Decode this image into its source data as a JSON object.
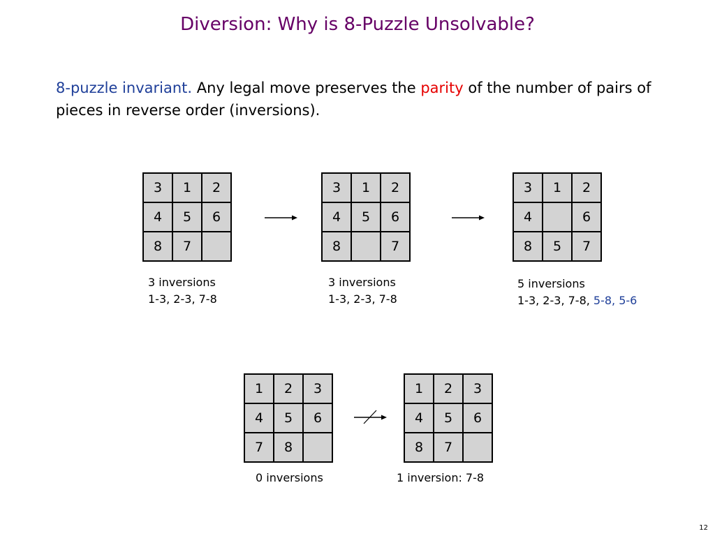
{
  "title": "Diversion:  Why is 8-Puzzle Unsolvable?",
  "paragraph": {
    "term": "8-puzzle invariant.",
    "text_before": "  Any legal move preserves the ",
    "parity": "parity",
    "text_after": " of the number of pairs of pieces in reverse order (inversions)."
  },
  "puzzles": [
    [
      "3",
      "1",
      "2",
      "4",
      "5",
      "6",
      "8",
      "7",
      ""
    ],
    [
      "3",
      "1",
      "2",
      "4",
      "5",
      "6",
      "8",
      "",
      "7"
    ],
    [
      "3",
      "1",
      "2",
      "4",
      "",
      "6",
      "8",
      "5",
      "7"
    ],
    [
      "1",
      "2",
      "3",
      "4",
      "5",
      "6",
      "7",
      "8",
      ""
    ],
    [
      "1",
      "2",
      "3",
      "4",
      "5",
      "6",
      "8",
      "7",
      ""
    ]
  ],
  "captions": {
    "c1_line1": "3 inversions",
    "c1_line2": "1-3, 2-3, 7-8",
    "c2_line1": "3 inversions",
    "c2_line2": "1-3, 2-3, 7-8",
    "c3_line1": "5 inversions",
    "c3_line2a": "1-3, 2-3, 7-8, ",
    "c3_line2b": "5-8, 5-6",
    "c4": "0 inversions",
    "c5": "1 inversion:  7-8"
  },
  "page_number": "12"
}
